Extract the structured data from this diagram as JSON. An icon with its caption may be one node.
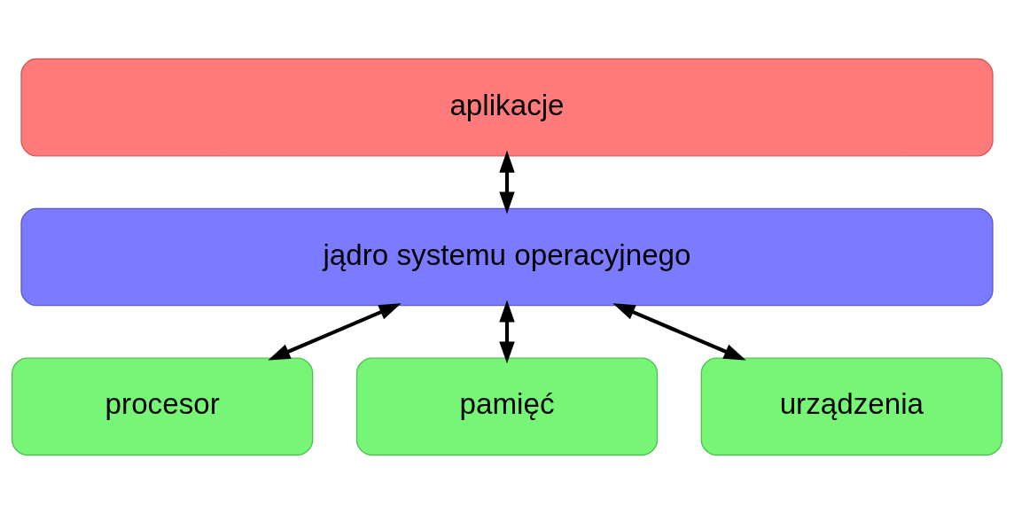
{
  "diagram": {
    "nodes": [
      {
        "text": [
          "aplikacje"
        ]
      },
      {
        "text": [
          "jądro systemu operacyjnego"
        ]
      },
      {
        "text": [
          "procesor"
        ]
      },
      {
        "text": [
          "pamięć"
        ]
      },
      {
        "text": [
          "urządzenia"
        ]
      }
    ],
    "edges": [
      {
        "from": 0,
        "to": 1,
        "arrow": "both"
      },
      {
        "from": 1,
        "to": 2,
        "arrow": "both"
      },
      {
        "from": 1,
        "to": 3,
        "arrow": "both"
      },
      {
        "from": 1,
        "to": 4,
        "arrow": "both"
      }
    ]
  }
}
